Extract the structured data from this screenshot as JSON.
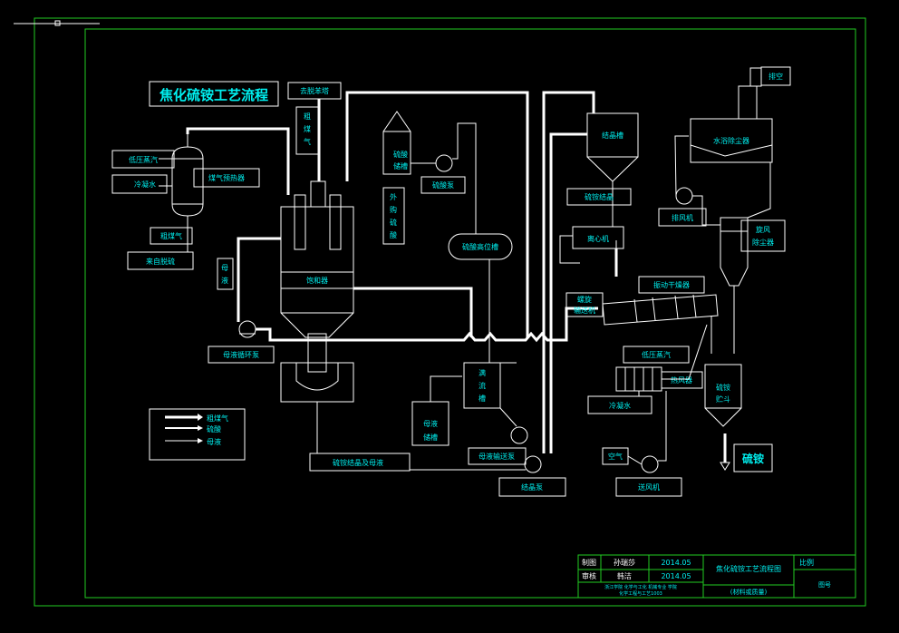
{
  "title": "焦化硫铵工艺流程",
  "labels": {
    "low_steam_1": "低压蒸汽",
    "cool_water_1": "冷凝水",
    "gas_preheater": "煤气预热器",
    "crude_gas_1": "粗煤气",
    "from_desulfur": "来自脱硫",
    "mother_liquor_v": "母液",
    "mother_pump": "母液循环泵",
    "to_debenzol": "去脱苯塔",
    "crude_gas_v": "粗煤气",
    "saturator": "饱和器",
    "acid_tank": "硫酸储槽",
    "acid_pump": "硫酸泵",
    "ext_acid_v": "外购硫酸",
    "acid_high_tank": "硫酸高位槽",
    "full_tank_v": "满流槽",
    "mother_storage": "母液储槽",
    "mother_transfer_pump": "母液输送泵",
    "crystal_mother": "硫铵结晶及母液",
    "crystal_pump": "结晶泵",
    "crystal_tank": "结晶槽",
    "ammonium_crystal": "硫铵结晶",
    "centrifuge": "离心机",
    "screw_conveyor": "螺旋输送机",
    "vibrating_dryer": "振动干燥器",
    "low_steam_2": "低压蒸汽",
    "hot_air": "热风器",
    "cool_water_2": "冷凝水",
    "air": "空气",
    "blower": "送风机",
    "product_hopper": "硫铵贮斗",
    "product": "硫铵",
    "exhaust_fan": "排风机",
    "cyclone": "旋风除尘器",
    "water_scrubber": "水浴除尘器",
    "vent": "排空"
  },
  "legend": {
    "crude_gas": "粗煤气",
    "sulfuric_acid": "硫酸",
    "mother_liquor": "母液"
  },
  "title_block": {
    "draw_label": "制图",
    "draw_name": "孙瑞莎",
    "draw_date": "2014.05",
    "check_label": "审核",
    "check_name": "韩洁",
    "check_date": "2014.05",
    "drawing_name": "焦化硫铵工艺流程图",
    "scale_label": "比例",
    "material_label": "(材料或质量)",
    "drawing_no_label": "图号",
    "school_line1": "浙江学院 化学与工化 机械专业 学院",
    "school_line2": "化学工程与工艺1003"
  },
  "colors": {
    "label": "#00f0f0",
    "line": "#ffffff",
    "frame": "#22cc22"
  }
}
